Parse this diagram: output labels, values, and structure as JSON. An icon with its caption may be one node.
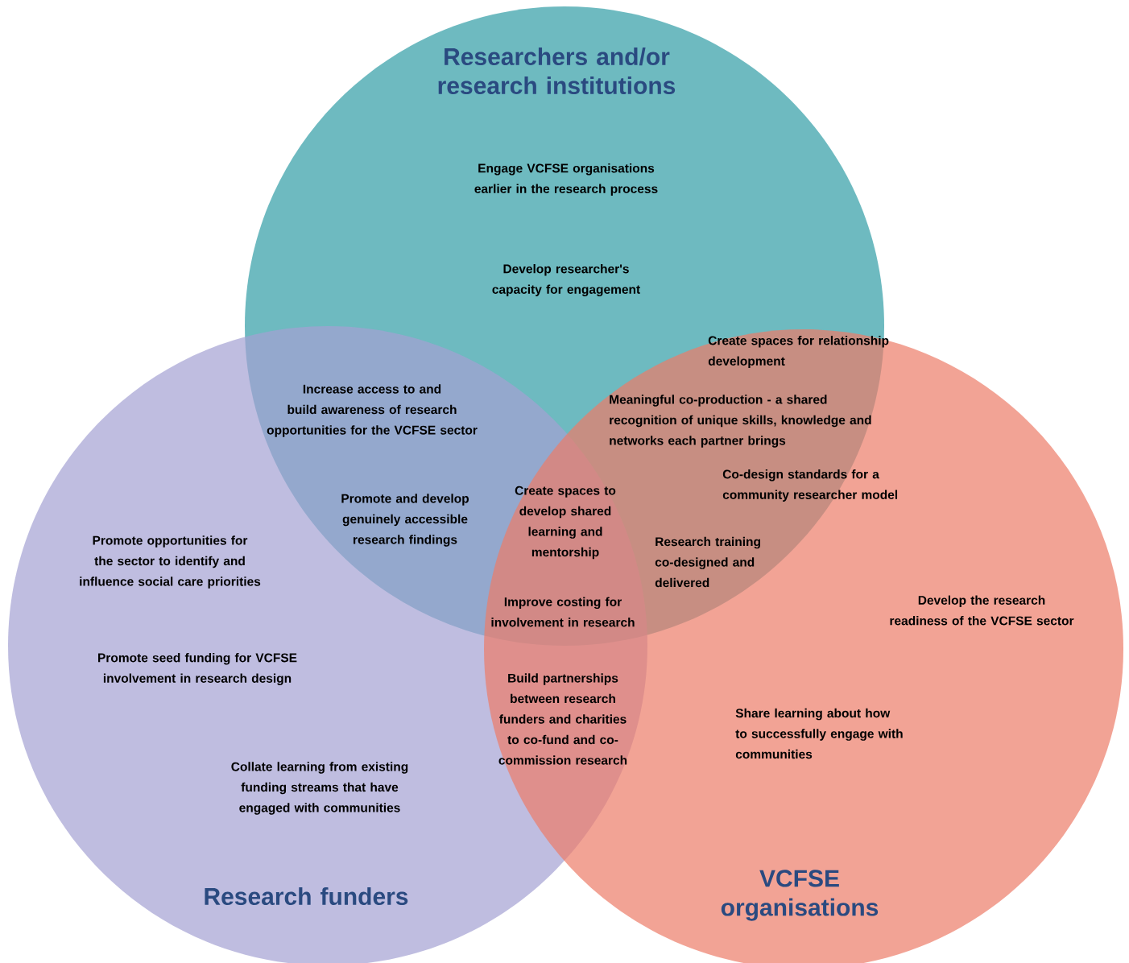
{
  "diagram": {
    "nodes": [
      {
        "text": [
          "Researchers and/or research institutions"
        ]
      },
      {
        "text": [
          "Research funders"
        ]
      },
      {
        "text": [
          "VCFSE organisations"
        ]
      }
    ],
    "labels": [
      "Engage VCFSE organisations earlier in the research process",
      "Develop researcher's capacity for engagement",
      "Create spaces for relationship development",
      "Increase access to and build awareness of research opportunities for the VCFSE sector",
      "Meaningful co-production - a shared recognition of unique skills, knowledge and networks each partner brings",
      "Co-design standards for a community researcher model",
      "Promote and develop genuinely accessible research findings",
      "Create spaces to develop shared learning and mentorship",
      "Research training co-designed and delivered",
      "Promote opportunities for the sector to identify and influence social care priorities",
      "Improve costing for involvement in research",
      "Develop the research readiness of the VCFSE sector",
      "Promote seed funding for VCFSE involvement in research design",
      "Build partnerships between research funders and charities to co-fund and co-commission research",
      "Share learning about how to successfully engage with communities",
      "Collate learning from existing funding streams that have engaged with communities"
    ]
  }
}
